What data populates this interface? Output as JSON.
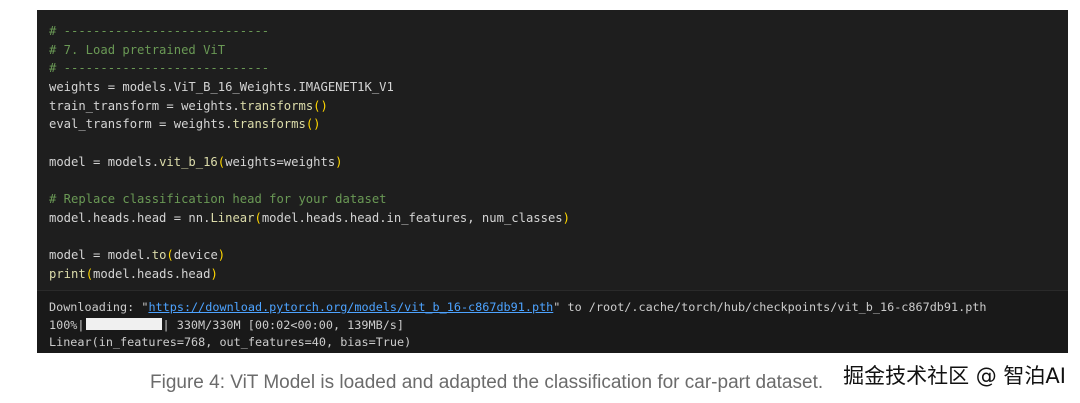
{
  "code": {
    "l1": "# ----------------------------",
    "l2": "# 7. Load pretrained ViT",
    "l3": "# ----------------------------",
    "l4a": "weights = models.ViT_B_16_Weights.IMAGENET1K_V1",
    "l5a": "train_transform = weights.",
    "l5b": "transforms",
    "l5c": "()",
    "l6a": "eval_transform = weights.",
    "l6b": "transforms",
    "l6c": "()",
    "l8a": "model = models.",
    "l8b": "vit_b_16",
    "l8c": "(",
    "l8d": "weights=weights",
    "l8e": ")",
    "l10": "# Replace classification head for your dataset",
    "l11a": "model.heads.head = nn.",
    "l11b": "Linear",
    "l11c": "(",
    "l11d": "model.heads.head.in_features, num_classes",
    "l11e": ")",
    "l13a": "model = model.",
    "l13b": "to",
    "l13c": "(",
    "l13d": "device",
    "l13e": ")",
    "l14a": "print",
    "l14b": "(",
    "l14c": "model.heads.head",
    "l14d": ")"
  },
  "output": {
    "dl_prefix": "Downloading: \"",
    "dl_url": "https://download.pytorch.org/models/vit_b_16-c867db91.pth",
    "dl_suffix": "\" to /root/.cache/torch/hub/checkpoints/vit_b_16-c867db91.pth",
    "progress_pct": "100%|",
    "progress_value": 1.0,
    "progress_rest": "| 330M/330M [00:02<00:00, 139MB/s]",
    "linear": "Linear(in_features=768, out_features=40, bias=True)"
  },
  "caption": "Figure 4: ViT Model is loaded and adapted the classification for car-part dataset.",
  "watermark": "掘金技术社区 @ 智泊AI"
}
